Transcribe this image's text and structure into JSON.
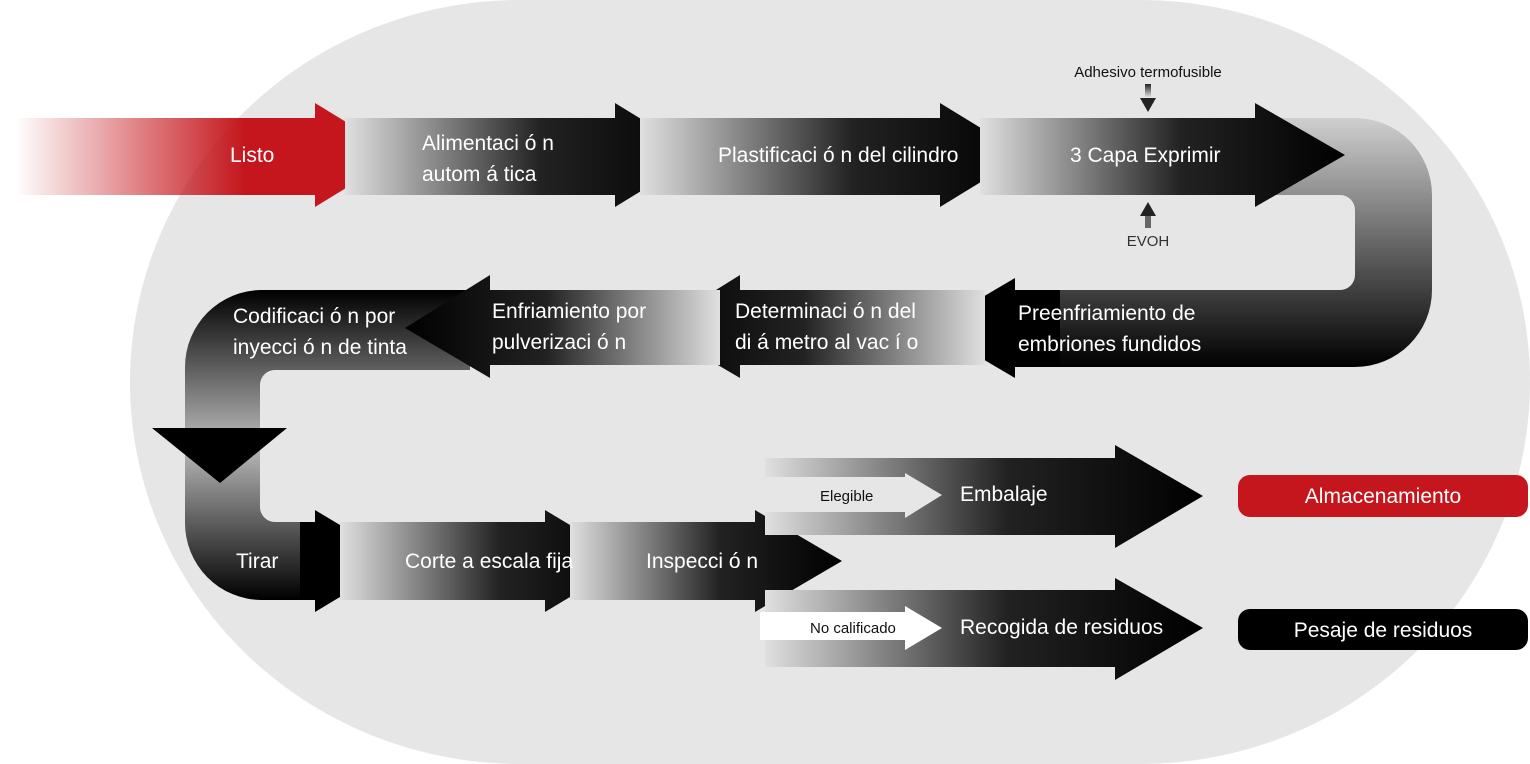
{
  "steps": {
    "listo": "Listo",
    "alimentacion": [
      "Alimentaci ó n",
      "autom á tica"
    ],
    "plastificacion": "Plastificaci ó n del cilindro",
    "capa": "3 Capa Exprimir",
    "adhesivo": "Adhesivo termofusible",
    "evoh": "EVOH",
    "preenfriamiento": [
      "Preenfriamiento de",
      "embriones fundidos"
    ],
    "determinacion": [
      "Determinaci ó n del",
      "di á metro al vac  í  o"
    ],
    "enfriamiento": [
      "Enfriamiento por",
      "pulverizaci ó n"
    ],
    "codificacion": [
      "Codificaci ó n por",
      "inyecci ó n de tinta"
    ],
    "tirar": "Tirar",
    "corte": "Corte a escala fija",
    "inspeccion": "Inspecci ó n",
    "elegible": "Elegible",
    "embalaje": "Embalaje",
    "no_calificado": "No calificado",
    "recogida": "Recogida de residuos",
    "almacenamiento": "Almacenamiento",
    "pesaje": "Pesaje de residuos"
  },
  "colors": {
    "red": "#c4161c",
    "black": "#000000",
    "background": "#e6e6e6"
  }
}
